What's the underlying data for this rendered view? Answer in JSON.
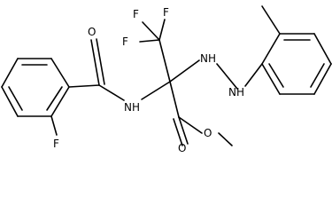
{
  "molecule": {
    "atoms": {
      "f_top_left": "F",
      "f_top_right": "F",
      "f_mid": "F",
      "nh_hydrazine_1": "NH",
      "nh_hydrazine_2": "NH",
      "nh_amide": "NH",
      "o_amide": "O",
      "o_ester_carbonyl": "O",
      "o_ester": "O",
      "f_aryl": "F"
    }
  }
}
